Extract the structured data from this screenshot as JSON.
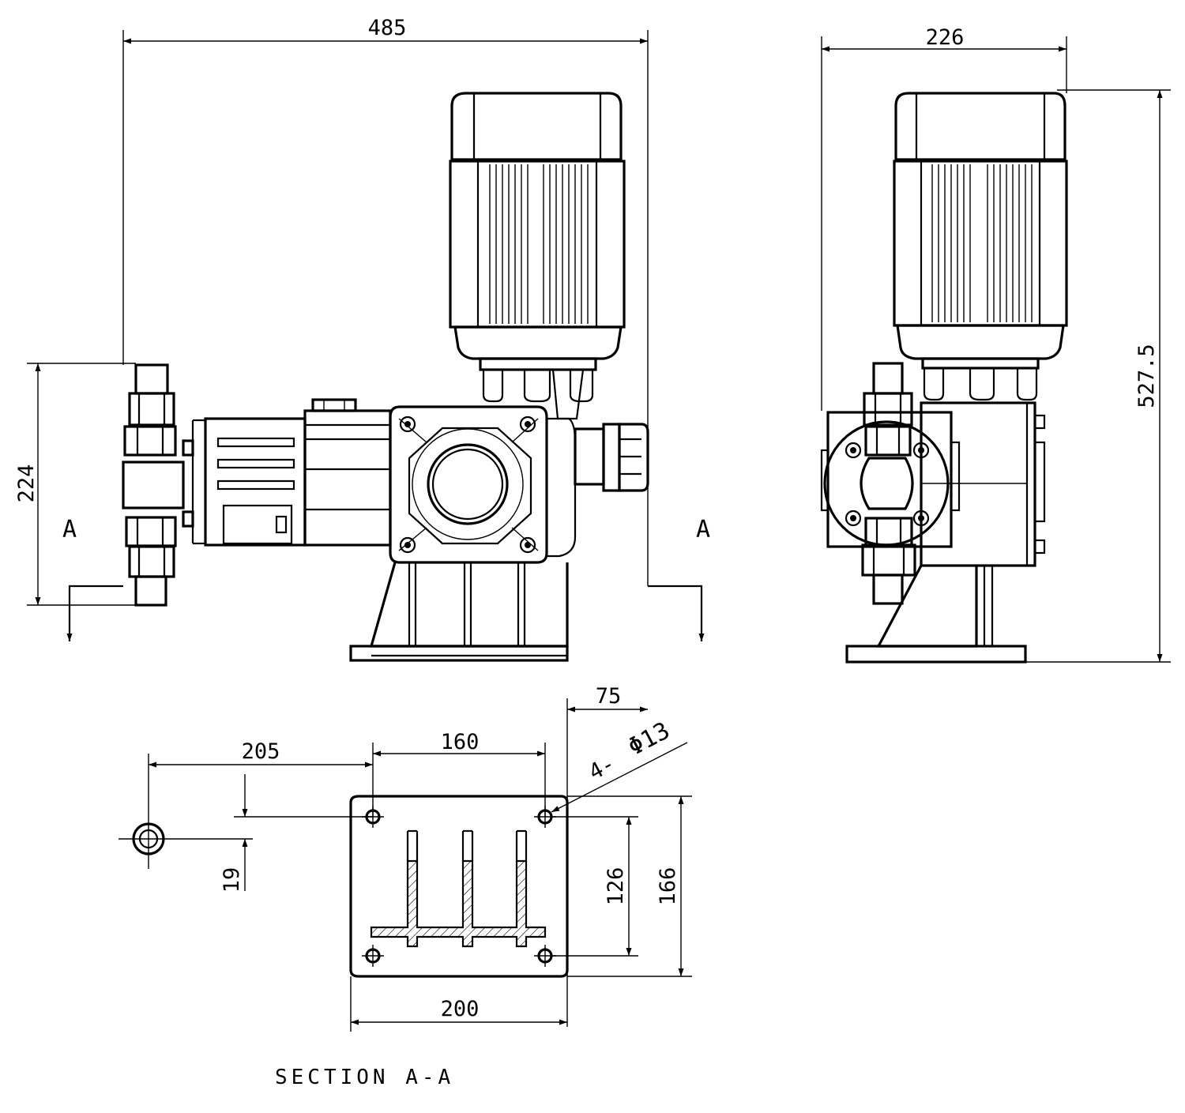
{
  "dimensions": {
    "overall_width": "485",
    "side_width": "226",
    "overall_height": "527.5",
    "head_height": "224",
    "offset_75": "75",
    "bolt_spacing_x": "160",
    "offset_205": "205",
    "hole_callout_prefix": "4-",
    "hole_callout_value": "Φ13",
    "offset_19": "19",
    "bolt_spacing_y": "126",
    "base_depth": "166",
    "base_width": "200"
  },
  "labels": {
    "section_marker_left": "A",
    "section_marker_right": "A",
    "section_caption": "SECTION A-A"
  }
}
